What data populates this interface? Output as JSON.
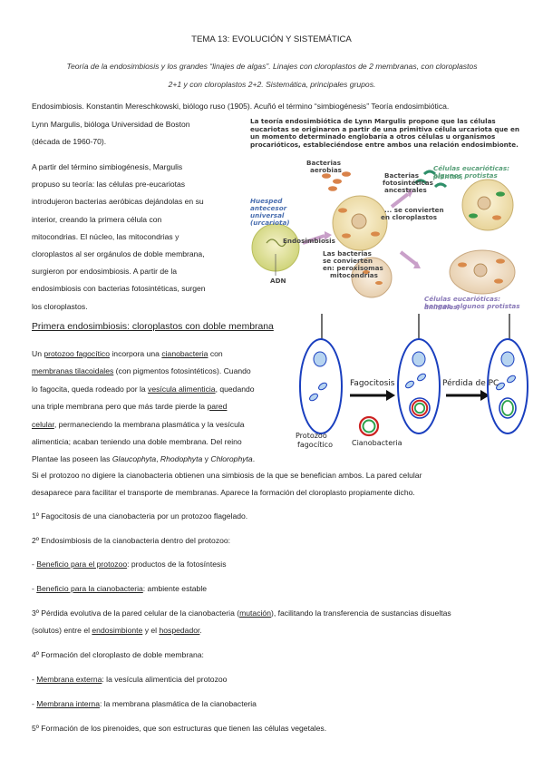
{
  "title": "TEMA 13: EVOLUCIÓN Y SISTEMÁTICA",
  "subtitle_l1": "Teoría de la endosimbiosis y los grandes “linajes de algas”. Linajes con cloroplastos de 2 membranas, con cloroplastos",
  "subtitle_l2": "2+1 y con cloroplastos 2+2. Sistemática, principales grupos.",
  "intro": {
    "l1": "Endosimbiosis. Konstantin Mereschkowski, biólogo ruso (1905). Acuñó el término “simbiogénesis” Teoría endosimbiótica.",
    "l2": "Lynn Margulis, bióloga Universidad de Boston",
    "l3": "(década de 1960-70)."
  },
  "para_margulis": [
    "A partir del término simbiogénesis, Margulis",
    "propuso su teoría: las células pre-eucariotas",
    "introdujeron bacterias aeróbicas dejándolas en su",
    "interior, creando la primera célula con",
    "mitocondrias. El núcleo, las mitocondrias y",
    "cloroplastos al ser orgánulos de doble membrana,",
    "surgieron por endosimbiosis. A partir de la",
    "endosimbiosis con bacterias fotosintéticas, surgen",
    "los cloroplastos."
  ],
  "figure1": {
    "caption": "La teoría endosimbiótica de Lynn Margulis propone que las células eucariotas se originaron a partir de una primitiva célula urcariota que en un momento determinado englobaría a otros células u organismos procarióticos, estableciéndose entre ambos una relación endosimbionte.",
    "labels": {
      "bacterias": "Bacterias",
      "aerobias": "aerobias",
      "huesped1": "Huesped",
      "huesped2": "antecesor",
      "huesped3": "universal",
      "huesped4": "(urcariota)",
      "endosimbiosis": "Endosimbiosis",
      "adn": "ADN",
      "fotos1": "Bacterias",
      "fotos2": "fotosintéticas",
      "fotos3": "ancestrales",
      "convierten1": "... se convierten",
      "convierten2": "en cloroplastos",
      "mito1": "Las bacterias",
      "mito2": "se convierten",
      "mito3": "en: peroxisomas",
      "mito4": "mitocondrias",
      "plantas1": "Células eucarióticas: plantas,",
      "plantas2": "algunos protistas",
      "animales1": "Células eucarióticas: animales,",
      "animales2": "hongos, algunos protistas"
    }
  },
  "section_heading": "Primera endosimbiosis: cloroplastos con doble membrana",
  "figure2": {
    "fagocitosis": "Fagocitosis",
    "perdida": "Pérdida de PC",
    "protozoo1": "Protozoo",
    "protozoo2": "fagocítico",
    "cianobacteria": "Cianobacteria"
  },
  "para_protozoo": {
    "l1_a": "Un ",
    "l1_b": "protozoo fagocítico",
    "l1_c": " incorpora una ",
    "l1_d": "cianobacteria",
    "l1_e": " con",
    "l2_a": "membranas tilacoidales",
    "l2_b": " (con pigmentos fotosintéticos). Cuando",
    "l3_a": "lo fagocita, queda rodeado por la ",
    "l3_b": "vesícula alimenticia",
    "l3_c": ", quedando",
    "l4_a": "una triple membrana pero que más tarde pierde la ",
    "l4_b": "pared",
    "l5_a": "celular",
    "l5_b": ", permaneciendo la membrana plasmática y la vesícula",
    "l6": "alimenticia; acaban teniendo una doble membrana. Del reino",
    "l7_a": "Plantae las poseen las ",
    "l7_b": "Glaucophyta",
    "l7_c": ", ",
    "l7_d": "Rhodophyta",
    "l7_e": " y ",
    "l7_f": "Chlorophyta",
    "l7_g": "."
  },
  "para_simbiosis": {
    "l1": "Si el protozoo no digiere la cianobacteria obtienen una simbiosis de la que se benefician ambos. La pared celular",
    "l2": "desaparece para facilitar el transporte de membranas. Aparece la formación del cloroplasto propiamente dicho."
  },
  "steps": {
    "s1": "1º Fagocitosis de una cianobacteria por un protozoo flagelado.",
    "s2": "2º Endosimbiosis de la cianobacteria dentro del protozoo:",
    "s2a_dash": "- ",
    "s2a_u": "Beneficio para el protozoo",
    "s2a_rest": ": productos de la fotosíntesis",
    "s2b_dash": "- ",
    "s2b_u": "Beneficio para la cianobacteria",
    "s2b_rest": ": ambiente estable",
    "s3_l1_a": "3º Pérdida evolutiva de la pared celular de la cianobacteria (",
    "s3_l1_b": "mutación",
    "s3_l1_c": "), facilitando la transferencia de sustancias disueltas",
    "s3_l2_a": "(solutos) entre el ",
    "s3_l2_b": "endosimbionte",
    "s3_l2_c": " y el ",
    "s3_l2_d": "hospedador",
    "s3_l2_e": ".",
    "s4": "4º Formación del cloroplasto de doble membrana:",
    "s4a_dash": "- ",
    "s4a_u": "Membrana externa",
    "s4a_rest": ": la vesícula alimenticia del protozoo",
    "s4b_dash": "- ",
    "s4b_u": "Membrana interna",
    "s4b_rest": ": la membrana plasmática de la cianobacteria",
    "s5": "5º Formación de los pirenoides, que son estructuras que tienen las células vegetales."
  }
}
